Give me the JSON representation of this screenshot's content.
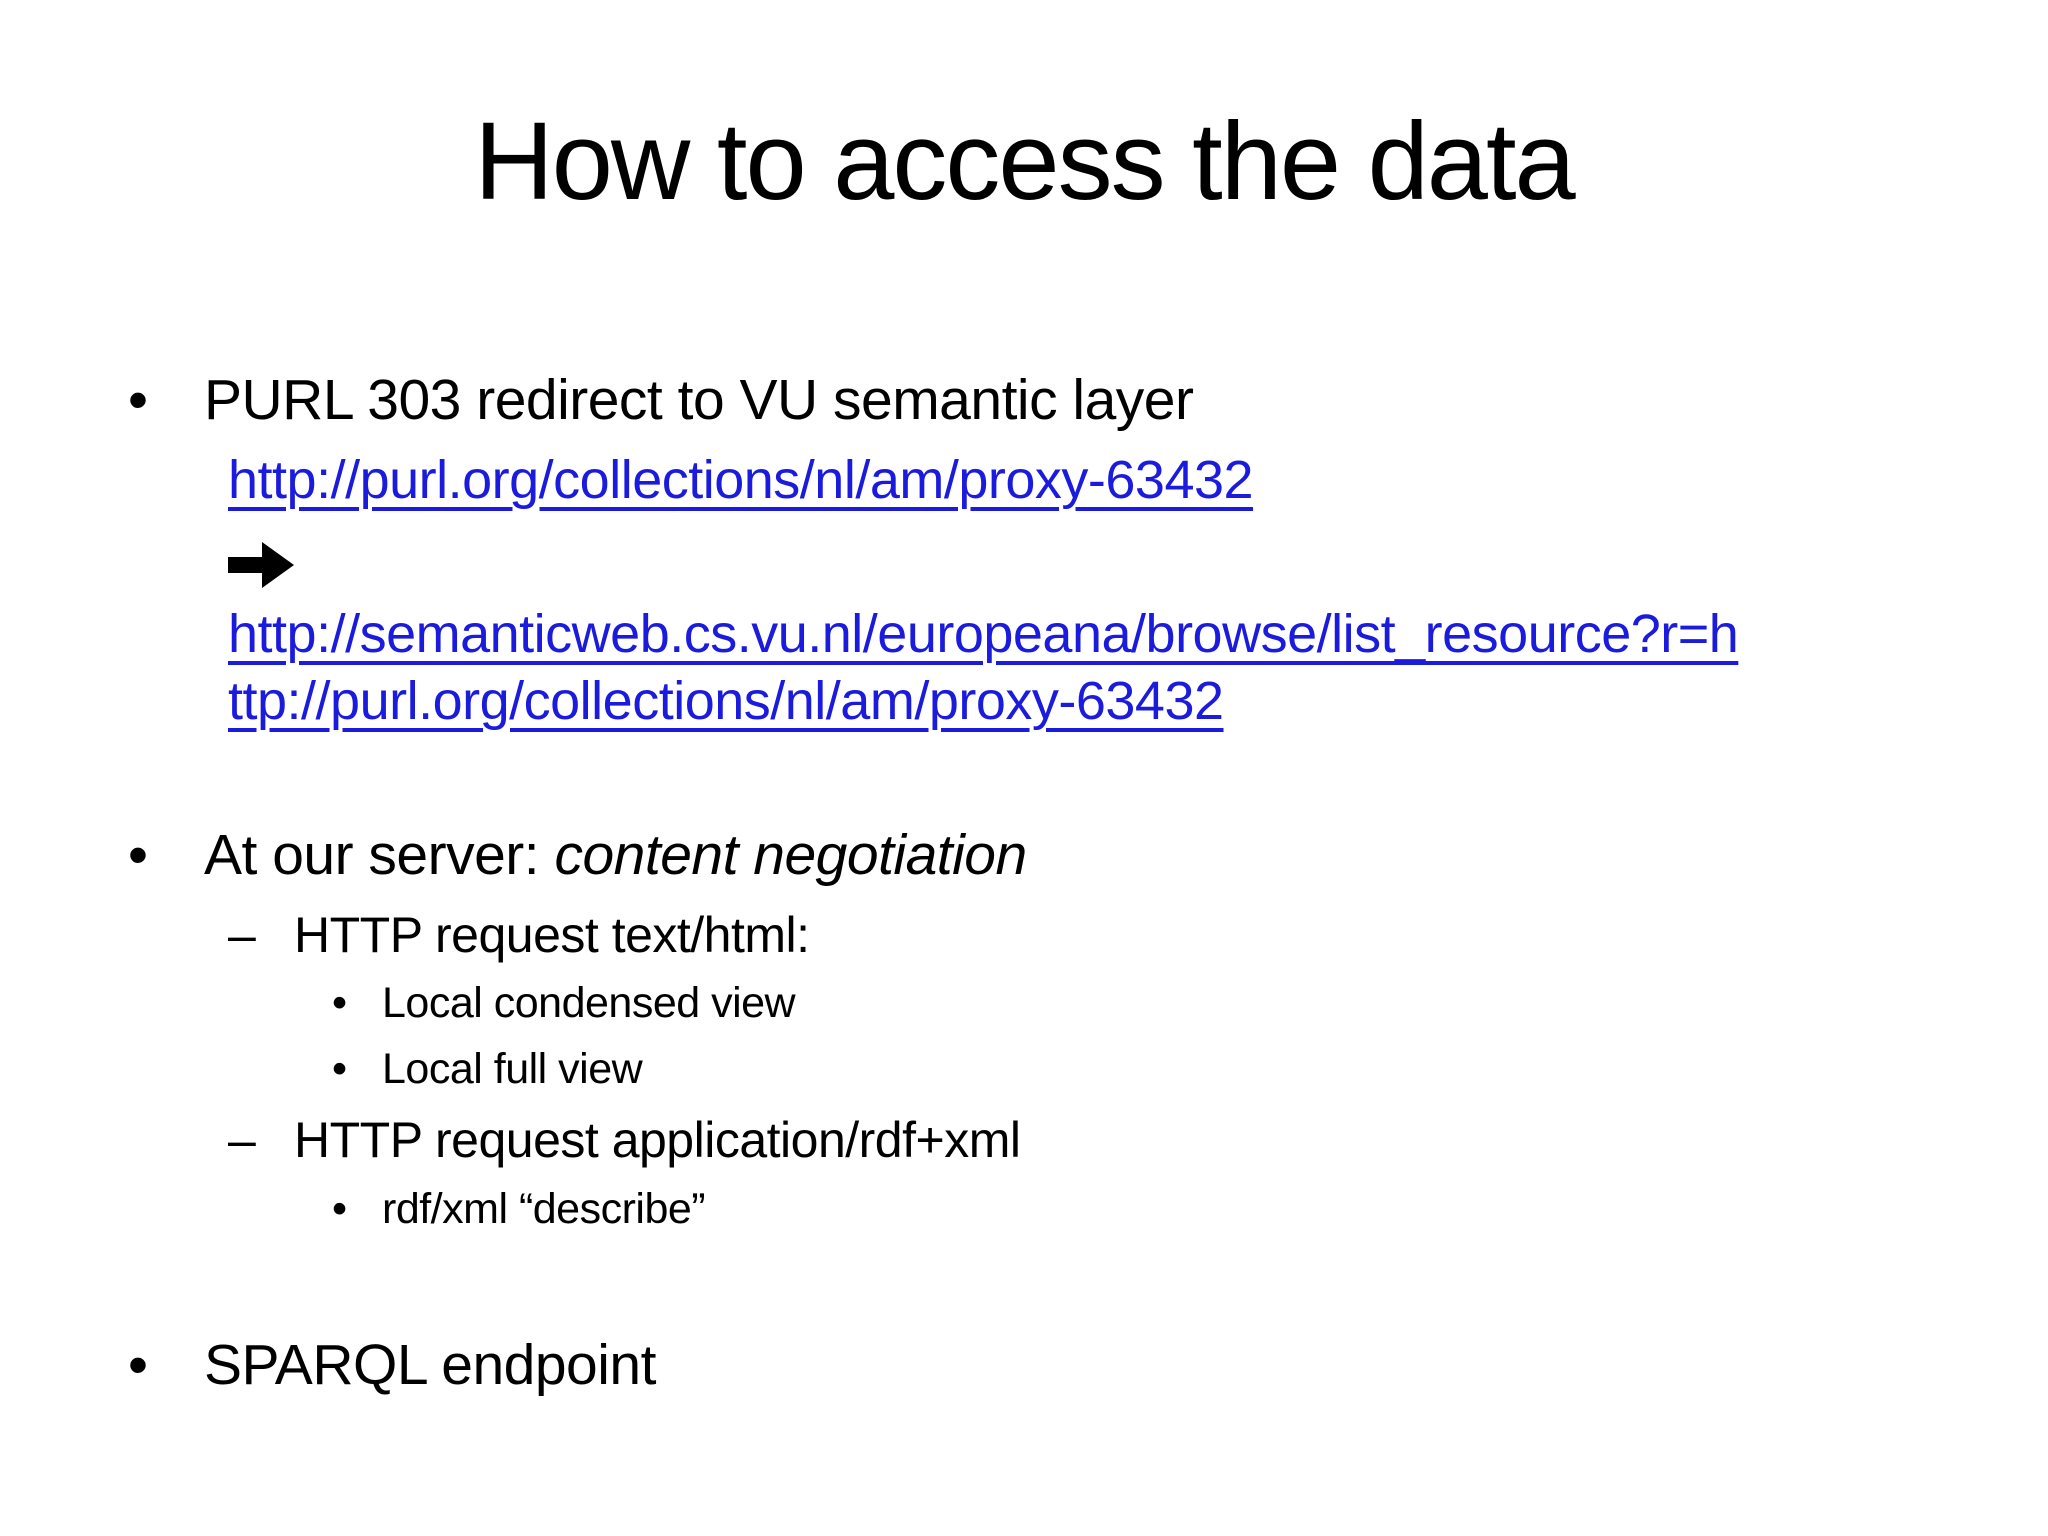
{
  "slide": {
    "title": "How to access the data",
    "colors": {
      "background": "#ffffff",
      "text": "#000000",
      "link": "#1b1bde"
    },
    "markers": {
      "level1": "•",
      "level2": "–",
      "level3": "•"
    },
    "content": {
      "bullet1": "PURL 303 redirect to VU semantic layer",
      "link1": "http://purl.org/collections/nl/am/proxy-63432",
      "link2_full": "http://semanticweb.cs.vu.nl/europeana/browse/list_resource?r=http://purl.org/collections/nl/am/proxy-63432",
      "link2_line1": "http://semanticweb.cs.vu.nl/europeana/browse/list_resource?r=h",
      "link2_line2": "ttp://purl.org/collections/nl/am/proxy-63432",
      "bullet2_prefix": "At our server: ",
      "bullet2_italic": "content negotiation",
      "dash1": "HTTP request text/html:",
      "sub1": "Local condensed view",
      "sub2": "Local full view",
      "dash2": "HTTP request application/rdf+xml",
      "sub3": "rdf/xml “describe”",
      "bullet3": "SPARQL endpoint"
    }
  }
}
